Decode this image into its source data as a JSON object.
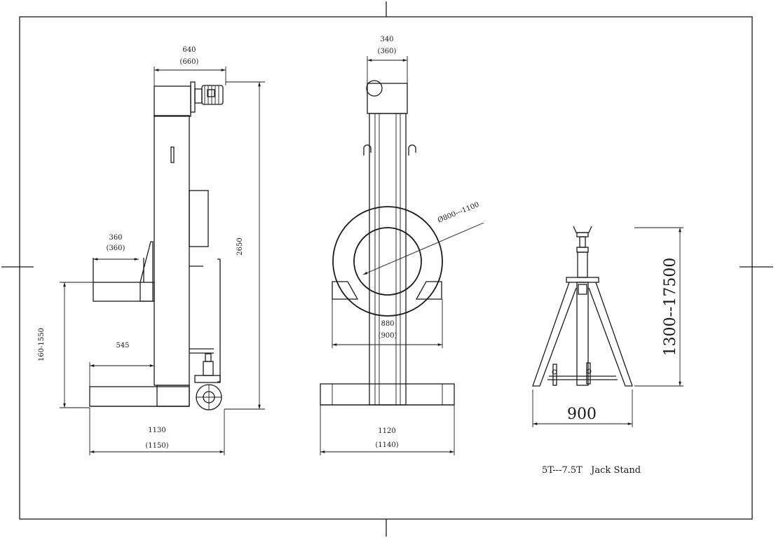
{
  "side_view": {
    "top_width": "640",
    "top_width_alt": "(660)",
    "arm_width": "360",
    "arm_width_alt": "(360)",
    "height": "2650",
    "arm_height_range": "160-1550",
    "arm_reach": "545",
    "base_length": "1130",
    "base_length_alt": "(1150)"
  },
  "front_view": {
    "top_width": "340",
    "top_width_alt": "(360)",
    "ring_diameter": "Ø800---1100",
    "ring_width": "880",
    "ring_width_alt": "(900)",
    "base_length": "1120",
    "base_length_alt": "(1140)"
  },
  "jack_stand": {
    "height_range": "1300--17500",
    "base_width": "900",
    "caption": "5T---7.5T   Jack Stand"
  }
}
